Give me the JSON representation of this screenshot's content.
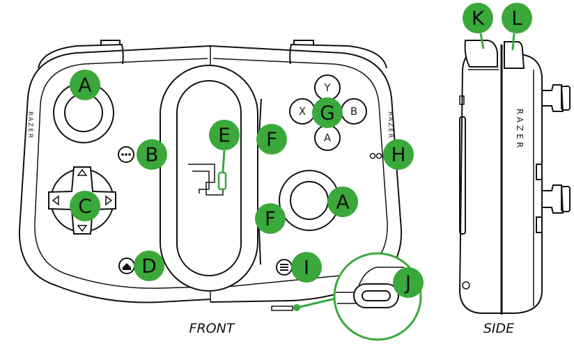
{
  "callouts": {
    "A": "A",
    "B": "B",
    "C": "C",
    "D": "D",
    "E": "E",
    "F": "F",
    "G": "G",
    "H": "H",
    "I": "I",
    "J": "J",
    "K": "K",
    "L": "L"
  },
  "face_buttons": {
    "y": "Y",
    "x": "X",
    "b": "B",
    "a": "A"
  },
  "branding": {
    "front": "RAZER",
    "side": "RAZER"
  },
  "captions": {
    "front": "FRONT",
    "side": "SIDE"
  },
  "colors": {
    "callout": "#3aa83a",
    "outline": "#111111",
    "label": "#111111"
  }
}
